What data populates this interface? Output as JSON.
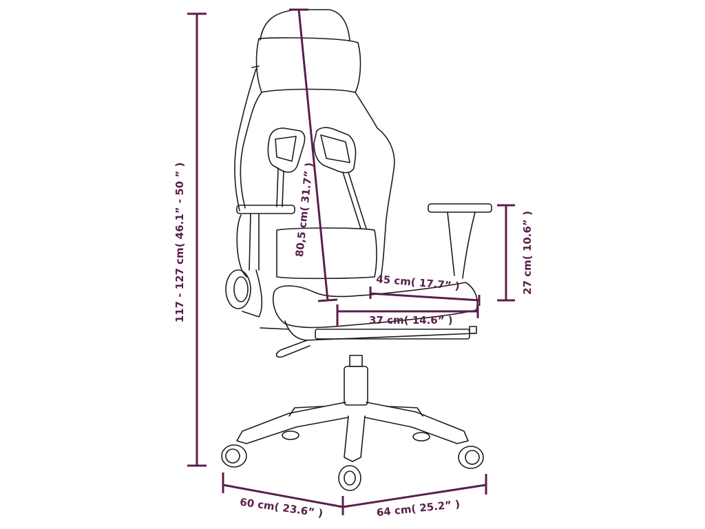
{
  "colors": {
    "dimension": "#5a1e4a",
    "outline": "#1a1a1a",
    "background": "#ffffff"
  },
  "dimensions": {
    "total_height": "117 - 127 cm( 46.1” - 50 ” )",
    "backrest_height": "80,5 cm( 31.7” )",
    "armrest_height": "27 cm( 10.6” )",
    "seat_depth": "45 cm( 17.7” )",
    "seat_width": "37 cm( 14.6” )",
    "base_depth": "60 cm( 23.6” )",
    "base_width": "64 cm( 25.2” )"
  }
}
